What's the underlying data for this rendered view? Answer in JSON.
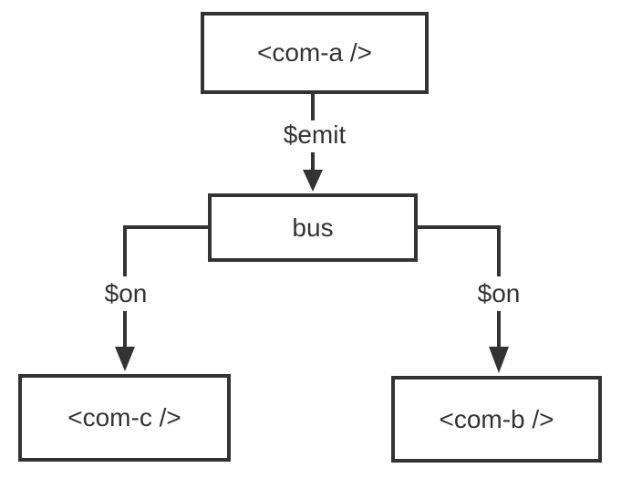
{
  "diagram": {
    "type": "flowchart",
    "description": "Vue event bus communication diagram",
    "colors": {
      "stroke": "#333333",
      "text": "#333333",
      "background": "#ffffff"
    },
    "nodes": [
      {
        "id": "com-a",
        "label": "<com-a />"
      },
      {
        "id": "bus",
        "label": "bus"
      },
      {
        "id": "com-c",
        "label": "<com-c />"
      },
      {
        "id": "com-b",
        "label": "<com-b />"
      }
    ],
    "edges": [
      {
        "from": "com-a",
        "to": "bus",
        "label": "$emit"
      },
      {
        "from": "bus",
        "to": "com-c",
        "label": "$on"
      },
      {
        "from": "bus",
        "to": "com-b",
        "label": "$on"
      }
    ]
  }
}
